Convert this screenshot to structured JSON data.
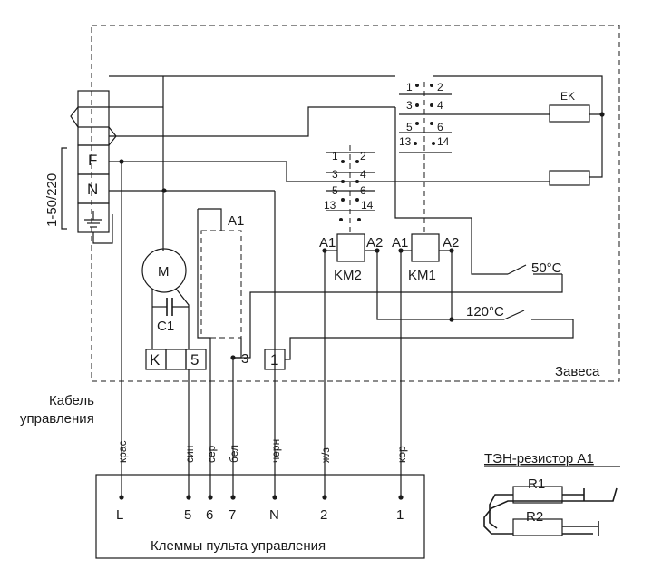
{
  "enclosure_label": "Завеса",
  "power_label": "1-50/220",
  "terminals": {
    "f": "F",
    "n": "N"
  },
  "cable_label": [
    "Кабель",
    "управления"
  ],
  "motor_label": "M",
  "capacitor_label": "C1",
  "motor_terminals": {
    "k": "K",
    "five": "5"
  },
  "heater_a1_label": "A1",
  "node_3": "3",
  "terminal_1": "1",
  "contactors": {
    "km2": {
      "label": "KM2",
      "a1": "A1",
      "a2": "A2",
      "contacts": [
        "1",
        "2",
        "3",
        "4",
        "5",
        "6",
        "13",
        "14"
      ]
    },
    "km1": {
      "label": "KM1",
      "a1": "A1",
      "a2": "A2",
      "contacts": [
        "1",
        "2",
        "3",
        "4",
        "5",
        "6",
        "13",
        "14"
      ]
    }
  },
  "ek_label": "EK",
  "thermostats": {
    "t50": "50°C",
    "t120": "120°C"
  },
  "wire_colors": [
    "крас",
    "син",
    "сер",
    "бел",
    "черн",
    "ж/з",
    "кор"
  ],
  "panel_terminals": [
    "L",
    "5",
    "6",
    "7",
    "N",
    "2",
    "1"
  ],
  "panel_title": "Клеммы пульта управления",
  "resistor_block": {
    "title": "ТЭН-резистор A1",
    "r1": "R1",
    "r2": "R2"
  }
}
